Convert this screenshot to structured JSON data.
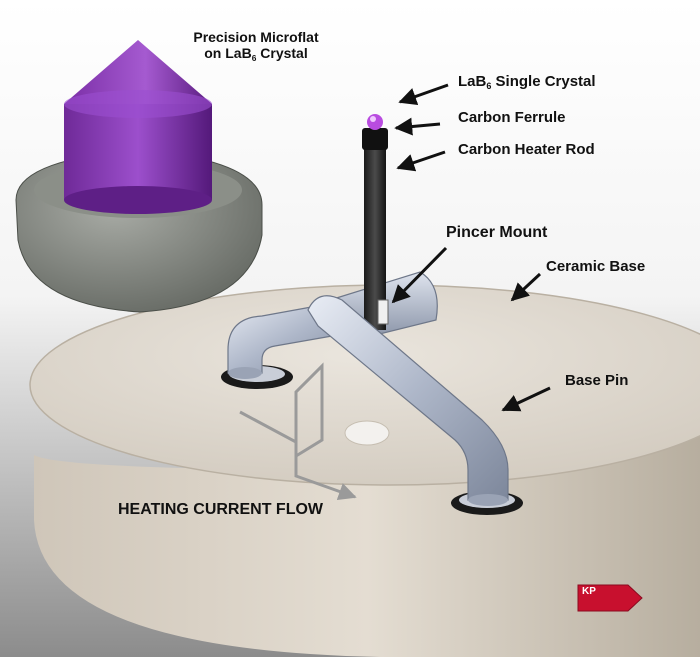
{
  "labels": {
    "microflat_line1": "Precision Microflat",
    "microflat_line2_prefix": "on LaB",
    "microflat_line2_sub": "6",
    "microflat_line2_suffix": " Crystal",
    "single_crystal_prefix": "LaB",
    "single_crystal_sub": "6",
    "single_crystal_suffix": " Single Crystal",
    "carbon_ferrule": "Carbon Ferrule",
    "carbon_heater_rod": "Carbon Heater Rod",
    "pincer_mount": "Pincer Mount",
    "ceramic_base": "Ceramic Base",
    "base_pin": "Base Pin",
    "heating_current_flow": "HEATING CURRENT FLOW"
  },
  "badge": {
    "text": "KP"
  },
  "colors": {
    "crystal": "#8e3bb6",
    "ceramic": "#d9d2c8",
    "pin_metal": "#aab4c6",
    "heater_rod": "#2a2a2a",
    "badge": "#c8102e",
    "current_arrow": "#9a9a9a"
  }
}
